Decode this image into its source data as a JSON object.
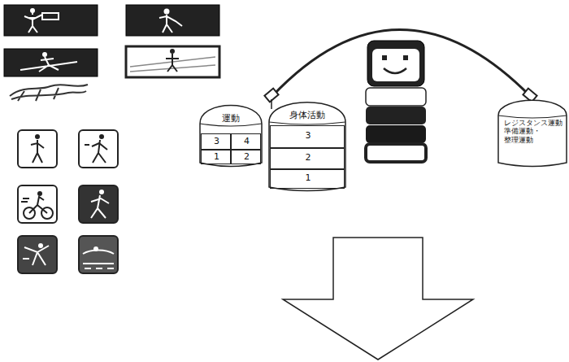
{
  "diagram": {
    "nodes": [
      {
        "text": [
          "運動"
        ]
      },
      {
        "text": [
          "3"
        ],
        "in": 0
      },
      {
        "text": [
          "4"
        ],
        "in": 0
      },
      {
        "text": [
          "1"
        ],
        "in": 0
      },
      {
        "text": [
          "2"
        ],
        "in": 0
      },
      {
        "text": [
          "身体活動"
        ]
      },
      {
        "text": [
          "3"
        ],
        "in": 5
      },
      {
        "text": [
          "2"
        ],
        "in": 5
      },
      {
        "text": [
          "1"
        ],
        "in": 5
      },
      {
        "text": [
          "レジスタンス運動 準備運動・ 整理運動"
        ]
      }
    ]
  }
}
